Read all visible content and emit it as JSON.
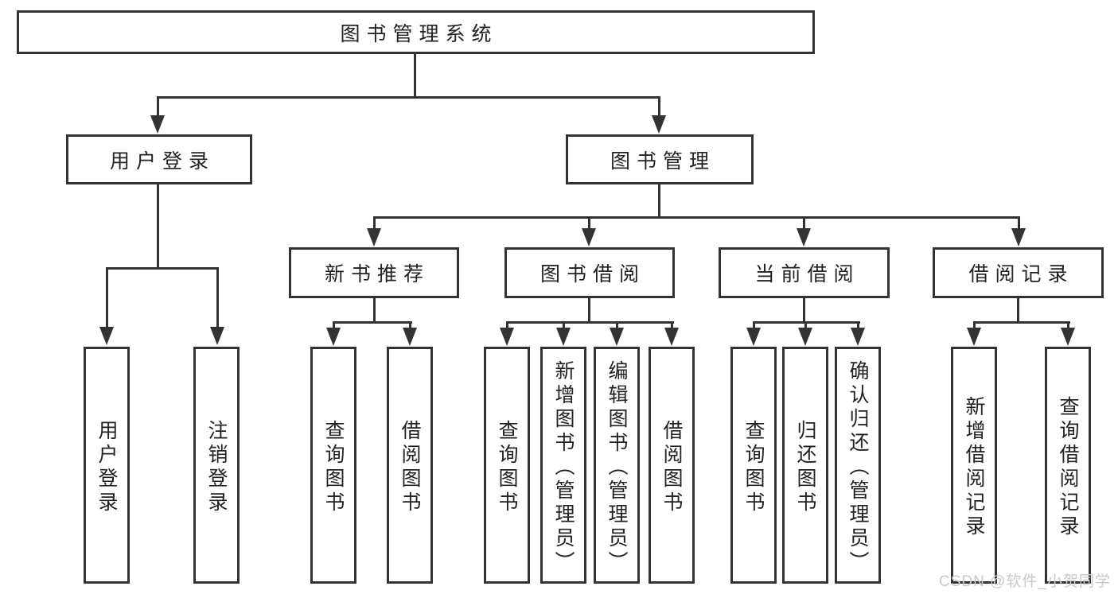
{
  "diagram": {
    "root_label": "图书管理系统",
    "user_login": {
      "label": "用户登录",
      "children": [
        "用户登录",
        "注销登录"
      ]
    },
    "book_mgmt": {
      "label": "图书管理",
      "groups": [
        {
          "label": "新书推荐",
          "children": [
            "查询图书",
            "借阅图书"
          ]
        },
        {
          "label": "图书借阅",
          "children": [
            "查询图书",
            "新增图书（管理员）",
            "编辑图书（管理员）",
            "借阅图书"
          ]
        },
        {
          "label": "当前借阅",
          "children": [
            "查询图书",
            "归还图书",
            "确认归还（管理员）"
          ]
        },
        {
          "label": "借阅记录",
          "children": [
            "新增借阅记录",
            "查询借阅记录"
          ]
        }
      ]
    }
  },
  "watermark": "CSDN @软件_小贺同学",
  "colors": {
    "line": "#333333",
    "text": "#222222",
    "watermark": "#c9c9c9"
  }
}
